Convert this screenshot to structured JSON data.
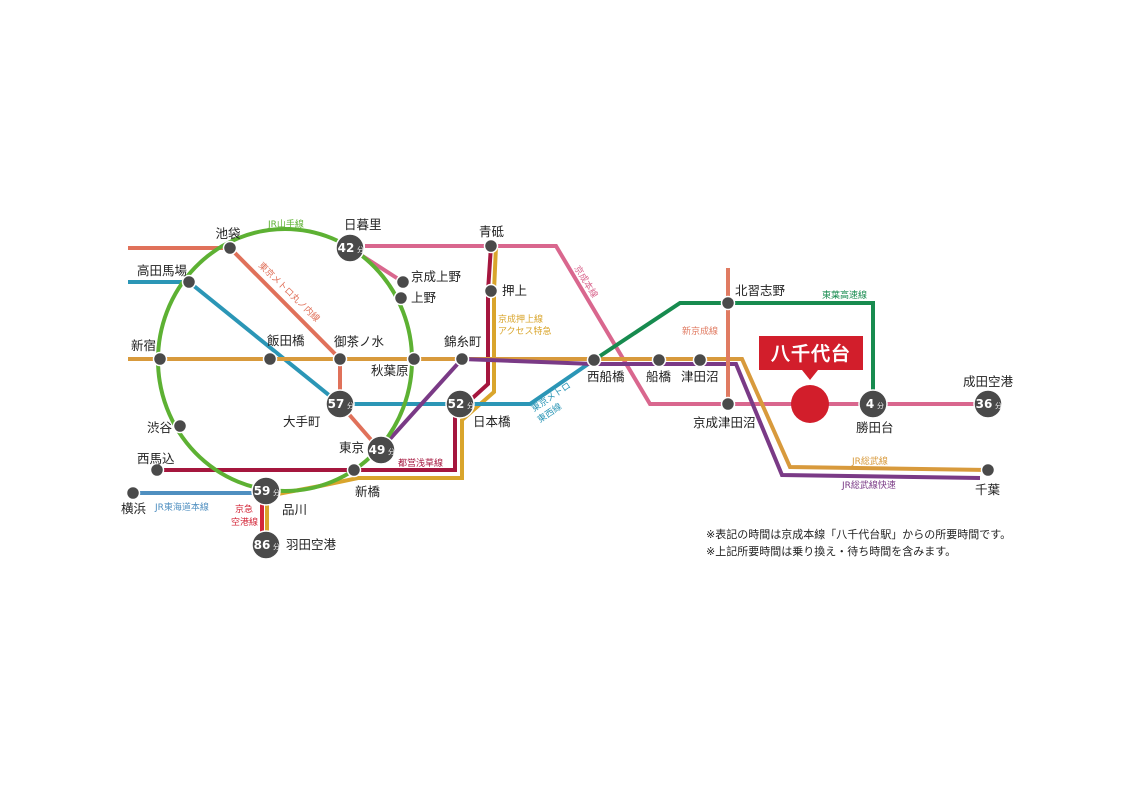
{
  "colors": {
    "yamanote": "#5db133",
    "marunouchi": "#e0715a",
    "sobu_orange": "#d89a3c",
    "tozai_blue": "#2b96b6",
    "keisei_pink": "#d9678e",
    "asakusa_red": "#a5163e",
    "sobu_rapid_purple": "#7a3a86",
    "tokaido_blue": "#4f8fc0",
    "oshiage_gold": "#d9a52c",
    "toyo_green": "#178b4f",
    "shin_keisei_salmon": "#e07b62",
    "keikyu_red": "#d3283a",
    "dark_gray": "#4a4a4a",
    "hero_red": "#d21e2b"
  },
  "lines": {
    "yamanote": "JR山手線",
    "marunouchi": "東京メトロ丸ノ内線",
    "keisei_main": "京成本線",
    "oshiage_1": "京成押上線",
    "oshiage_2": "アクセス特急",
    "tozai_1": "東京メトロ",
    "tozai_2": "東西線",
    "asakusa": "都営浅草線",
    "toyo": "東葉高速線",
    "shin_keisei": "新京成線",
    "sobu": "JR総武線",
    "sobu_rapid": "JR総武線快速",
    "tokaido": "JR東海道本線",
    "keikyu_1": "京急",
    "keikyu_2": "空港線"
  },
  "stations": {
    "ikebukuro": "池袋",
    "takadanobaba": "高田馬場",
    "shinjuku": "新宿",
    "shibuya": "渋谷",
    "nishimagome": "西馬込",
    "yokohama": "横浜",
    "nippori": "日暮里",
    "keisei_ueno": "京成上野",
    "ueno": "上野",
    "iidabashi": "飯田橋",
    "ochanomizu": "御茶ノ水",
    "akihabara": "秋葉原",
    "otemachi": "大手町",
    "tokyo": "東京",
    "shinbashi": "新橋",
    "shinagawa": "品川",
    "haneda": "羽田空港",
    "aoto": "青砥",
    "oshiage": "押上",
    "kinshicho": "錦糸町",
    "nihonbashi": "日本橋",
    "nishifunabashi": "西船橋",
    "funabashi": "船橋",
    "tsudanuma": "津田沼",
    "keisei_tsudanuma": "京成津田沼",
    "kitanarashino": "北習志野",
    "katsutadai": "勝田台",
    "narita": "成田空港",
    "chiba": "千葉"
  },
  "times": {
    "nippori": "42",
    "otemachi": "57",
    "tokyo": "49",
    "nihonbashi": "52",
    "shinagawa": "59",
    "haneda": "86",
    "katsutadai": "4",
    "narita": "36",
    "unit": "分"
  },
  "destination": "八千代台",
  "notes": [
    "※表記の時間は京成本線「八千代台駅」からの所要時間です。",
    "※上記所要時間は乗り換え・待ち時間を含みます。"
  ]
}
